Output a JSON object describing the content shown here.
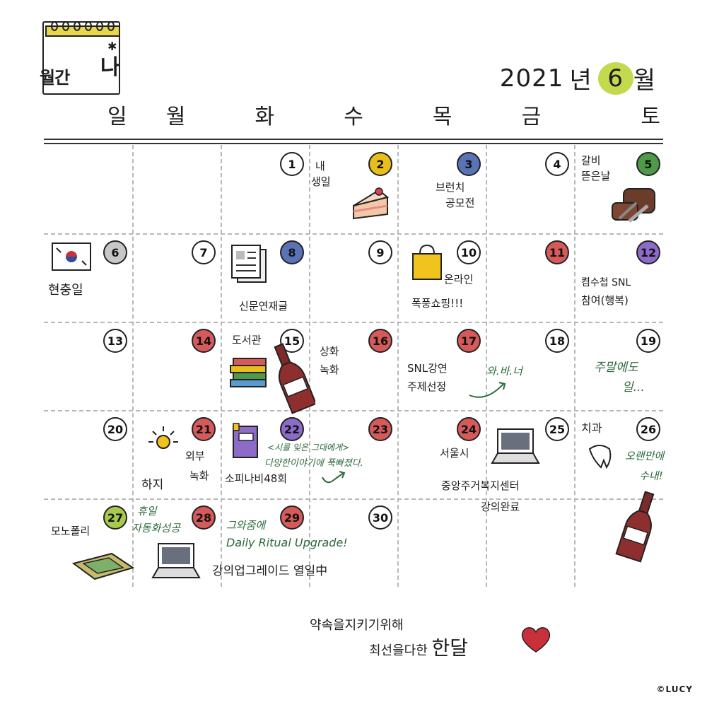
{
  "logo": {
    "main": "월간",
    "accent": "나"
  },
  "title": {
    "year": "2021",
    "year_suffix": "년",
    "month": "6",
    "month_suffix": "월"
  },
  "weekdays": [
    "일",
    "월",
    "화",
    "수",
    "목",
    "금",
    "토"
  ],
  "days": [
    "1",
    "2",
    "3",
    "4",
    "5",
    "6",
    "7",
    "8",
    "9",
    "10",
    "11",
    "12",
    "13",
    "14",
    "15",
    "16",
    "17",
    "18",
    "19",
    "20",
    "21",
    "22",
    "23",
    "24",
    "25",
    "26",
    "27",
    "28",
    "29",
    "30"
  ],
  "notes": {
    "d2a": "내",
    "d2b": "생일",
    "d3a": "브런치",
    "d3b": "공모전",
    "d5a": "갈비",
    "d5b": "뜯은날",
    "d6": "현충일",
    "d8": "신문연재글",
    "d10a": "온라인",
    "d10b": "폭풍쇼핑!!!",
    "d12a": "켬수첩 SNL",
    "d12b": "참여(행복)",
    "d14": "도서관",
    "d16a": "상화",
    "d16b": "녹화",
    "d17a": "SNL강연",
    "d17b": "주제선정",
    "d18": "와.바.너",
    "d19a": "주말에도",
    "d19b": "일...",
    "d20": "하지",
    "d21a": "외부",
    "d21b": "녹화",
    "d22a": "<시를 잊은 그대에게>",
    "d22b": "다양한이야기에 푹빠졌다.",
    "d22c": "소피나비48회",
    "d24a": "서울시",
    "d24b": "중앙주거복지센터",
    "d24c": "강의완료",
    "d25": "치과",
    "d26a": "오랜만에",
    "d26b": "수내!",
    "d27a": "휴일",
    "d27b": "자동화성공",
    "d27c": "모노폴리",
    "d29a": "그와줌에",
    "d29b": "Daily Ritual Upgrade!",
    "d29c": "강의업그레이드 열일中"
  },
  "footer": {
    "line1": "약속을지키기위해",
    "line2": "최선을다한",
    "line2_big": "한달",
    "copyright": "©LUCY"
  },
  "colors": {
    "month_badge": "#c4d94e",
    "accent_green": "#2b6a3a"
  }
}
